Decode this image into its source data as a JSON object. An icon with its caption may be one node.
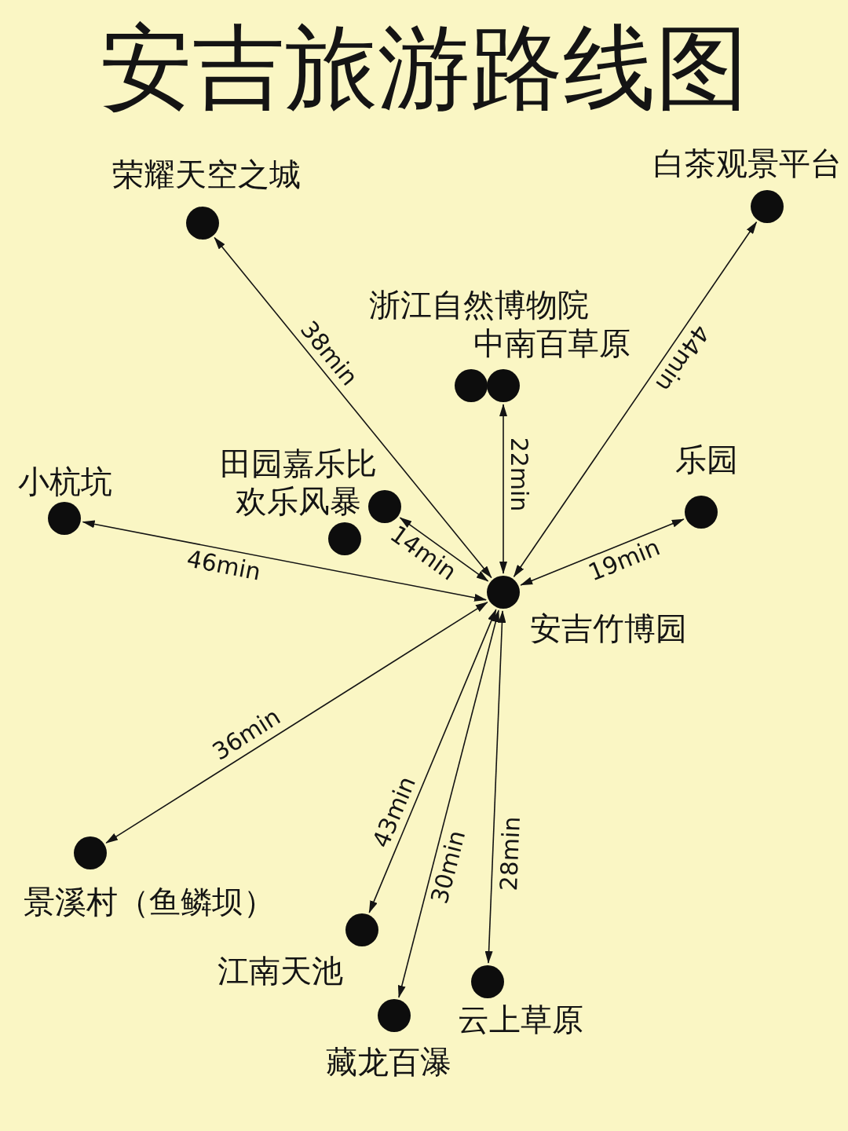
{
  "diagram": {
    "title": "安吉旅游路线图",
    "nodes": [
      {
        "text": [],
        "shape": "circle",
        "beside": [
          "荣耀天空之城"
        ]
      },
      {
        "text": [],
        "shape": "circle",
        "beside": [
          "白茶观景平台"
        ]
      },
      {
        "text": [],
        "shape": "circle",
        "beside": [
          "浙江自然博物院"
        ]
      },
      {
        "text": [],
        "shape": "circle",
        "beside": [
          "中南百草原"
        ]
      },
      {
        "text": [],
        "shape": "circle",
        "beside": [
          "小杭坑"
        ]
      },
      {
        "text": [],
        "shape": "circle",
        "beside": [
          "乐园"
        ]
      },
      {
        "text": [],
        "shape": "circle",
        "beside": [
          "田园嘉乐比"
        ]
      },
      {
        "text": [],
        "shape": "circle",
        "beside": [
          "欢乐风暴"
        ]
      },
      {
        "text": [],
        "shape": "circle",
        "beside": [
          "安吉竹博园"
        ]
      },
      {
        "text": [],
        "shape": "circle",
        "beside": [
          "景溪村（鱼鳞坝）"
        ]
      },
      {
        "text": [],
        "shape": "circle",
        "beside": [
          "江南天池"
        ]
      },
      {
        "text": [],
        "shape": "circle",
        "beside": [
          "云上草原"
        ]
      },
      {
        "text": [],
        "shape": "circle",
        "beside": [
          "藏龙百瀑"
        ]
      }
    ],
    "edges": [
      {
        "from": 8,
        "to": 0,
        "arrow": "both",
        "label": "38min"
      },
      {
        "from": 8,
        "to": 1,
        "arrow": "both",
        "label": "44min"
      },
      {
        "from": 8,
        "to": 3,
        "arrow": "both",
        "label": "22min"
      },
      {
        "from": 8,
        "to": 4,
        "arrow": "both",
        "label": "46min"
      },
      {
        "from": 8,
        "to": 6,
        "arrow": "both",
        "label": "14min"
      },
      {
        "from": 8,
        "to": 5,
        "arrow": "both",
        "label": "19min"
      },
      {
        "from": 8,
        "to": 9,
        "arrow": "both",
        "label": "36min"
      },
      {
        "from": 8,
        "to": 10,
        "arrow": "both",
        "label": "43min"
      },
      {
        "from": 8,
        "to": 12,
        "arrow": "both",
        "label": "30min"
      },
      {
        "from": 8,
        "to": 11,
        "arrow": "both",
        "label": "28min"
      }
    ]
  }
}
